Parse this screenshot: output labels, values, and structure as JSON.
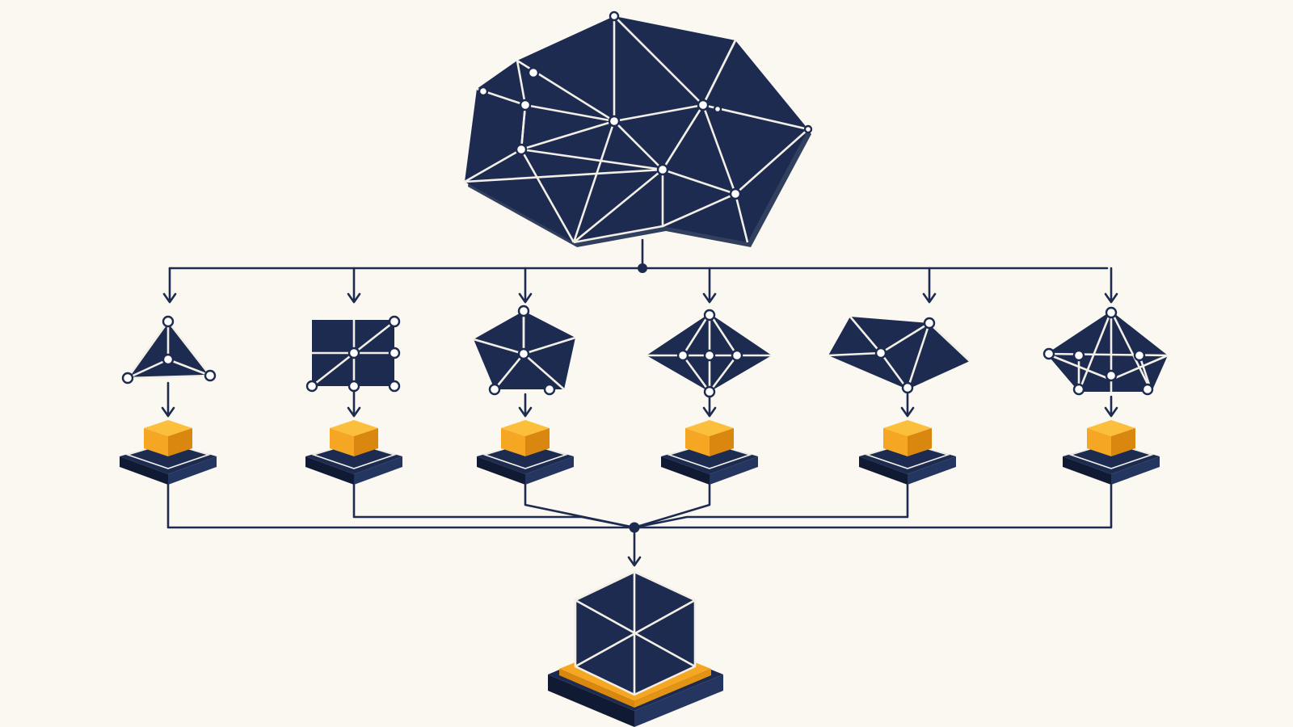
{
  "colors": {
    "background": "#fbf7f1",
    "primary": "#1c2b4f",
    "accent": "#f5a623",
    "accent_dark": "#d9870f",
    "mesh_line": "#f3efe6"
  },
  "diagram": {
    "source": {
      "shape": "polygon-mesh-brain"
    },
    "branches": [
      {
        "shape": "triangle-mesh"
      },
      {
        "shape": "square-mesh"
      },
      {
        "shape": "pentagon-mesh"
      },
      {
        "shape": "rhombus-mesh"
      },
      {
        "shape": "quad-mesh"
      },
      {
        "shape": "hexagon-mesh"
      }
    ],
    "outputs": [
      "yellow-cube-platform",
      "yellow-cube-platform",
      "yellow-cube-platform",
      "yellow-cube-platform",
      "yellow-cube-platform",
      "yellow-cube-platform"
    ],
    "result": {
      "shape": "cube-on-platform"
    }
  }
}
